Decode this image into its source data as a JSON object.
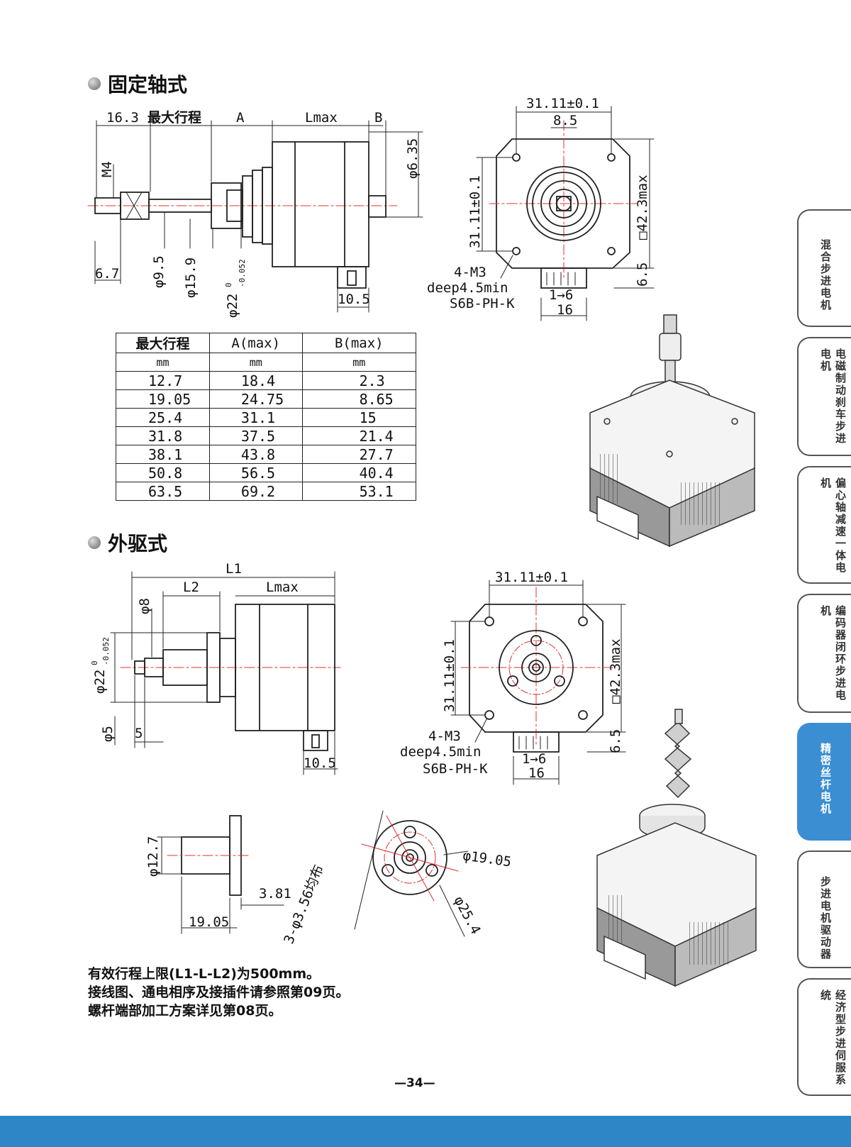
{
  "sections": {
    "fixed": "固定轴式",
    "external": "外驱式"
  },
  "fixed_dims": {
    "stroke_pre": "16.3",
    "stroke_label": "最大行程",
    "a": "A",
    "lmax": "Lmax",
    "b": "B",
    "m4": "M4",
    "phi635": "φ6.35",
    "d67": "6.7",
    "phi95": "φ9.5",
    "phi159": "φ15.9",
    "phi22": "φ22",
    "tol_up": "0",
    "tol_low": "-0.052",
    "d105": "10.5"
  },
  "front_dims": {
    "w31": "31.11±0.1",
    "d85": "8.5",
    "h31": "31.11±0.1",
    "sq42": "□42.3max",
    "m3": "4-M3",
    "deep": "deep4.5min",
    "conn": "S6B-PH-K",
    "pins": "1→6",
    "d16": "16",
    "d65": "6.5"
  },
  "ext_dims": {
    "l1": "L1",
    "l2": "L2",
    "lmax": "Lmax",
    "phi8": "φ8",
    "phi22": "φ22",
    "tol_up": "0",
    "tol_low": "-0.052",
    "phi5": "φ5",
    "d5": "5",
    "d105": "10.5"
  },
  "nut_dims": {
    "phi127": "φ12.7",
    "d381": "3.81",
    "d1905": "19.05",
    "holes": "3-φ3.56均布",
    "phi1905": "φ19.05",
    "phi254": "φ25.4"
  },
  "table": {
    "headers": [
      "最大行程",
      "A(max)",
      "B(max)"
    ],
    "units": [
      "mm",
      "mm",
      "mm"
    ],
    "rows": [
      [
        "12.7",
        "18.4",
        "2.3"
      ],
      [
        "19.05",
        "24.75",
        "8.65"
      ],
      [
        "25.4",
        "31.1",
        "15"
      ],
      [
        "31.8",
        "37.5",
        "21.4"
      ],
      [
        "38.1",
        "43.8",
        "27.7"
      ],
      [
        "50.8",
        "56.5",
        "40.4"
      ],
      [
        "63.5",
        "69.2",
        "53.1"
      ]
    ]
  },
  "notes": [
    "有效行程上限(L1-L-L2)为500mm。",
    "接线图、通电相序及接插件请参照第09页。",
    "螺杆端部加工方案详见第08页。"
  ],
  "side_nav": [
    {
      "label": "混合步进电机",
      "active": false
    },
    {
      "label": "电磁制动刹车步进电机",
      "active": false
    },
    {
      "label": "偏心轴减速一体电机",
      "active": false
    },
    {
      "label": "编码器闭环步进电机",
      "active": false
    },
    {
      "label": "精密丝杆电机",
      "active": true
    },
    {
      "label": "步进电机驱动器",
      "active": false
    },
    {
      "label": "经济型步进伺服系统",
      "active": false
    }
  ],
  "page_number": "—34—",
  "colors": {
    "accent": "#2e86c7",
    "active_tab": "#3c8ed2",
    "centerline": "#e03030"
  }
}
